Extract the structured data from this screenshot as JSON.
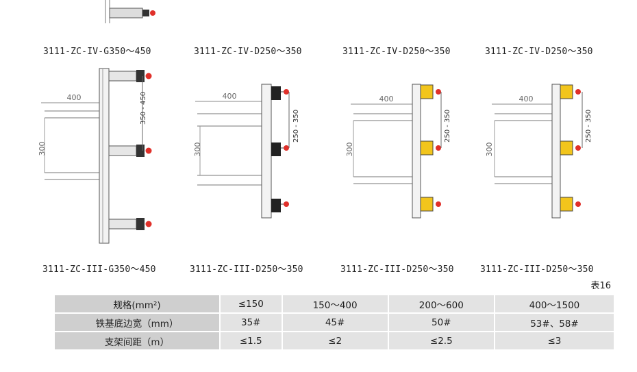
{
  "top_captions": [
    "3111-ZC-IV-G350～450",
    "3111-ZC-IV-D250～350",
    "3111-ZC-IV-D250～350",
    "3111-ZC-IV-D250～350"
  ],
  "bottom_captions": [
    "3111-ZC-III-G350～450",
    "3111-ZC-III-D250～350",
    "3111-ZC-III-D250～350",
    "3111-ZC-III-D250～350"
  ],
  "drawings": [
    {
      "width_dim": "400",
      "height_dim": "300",
      "spacing_dim": "350 - 450"
    },
    {
      "width_dim": "400",
      "height_dim": "300",
      "spacing_dim": "250 - 350"
    },
    {
      "width_dim": "400",
      "height_dim": "300",
      "spacing_dim": "250 - 350"
    },
    {
      "width_dim": "400",
      "height_dim": "300",
      "spacing_dim": "250 - 350"
    }
  ],
  "table_label": "表16",
  "table": {
    "rows": [
      {
        "header": "规格(mm²)",
        "values": [
          "≤150",
          "150～400",
          "200～600",
          "400～1500"
        ]
      },
      {
        "header": "铁基底边宽（mm）",
        "values": [
          "35#",
          "45#",
          "50#",
          "53#、58#"
        ]
      },
      {
        "header": "支架间距（m）",
        "values": [
          "≤1.5",
          "≤2",
          "≤2.5",
          "≤3"
        ]
      }
    ]
  },
  "colors": {
    "insulator_red": "#e0302a",
    "clamp_yellow": "#f2c51c",
    "clamp_black": "#222222",
    "line_gray": "#888888"
  }
}
